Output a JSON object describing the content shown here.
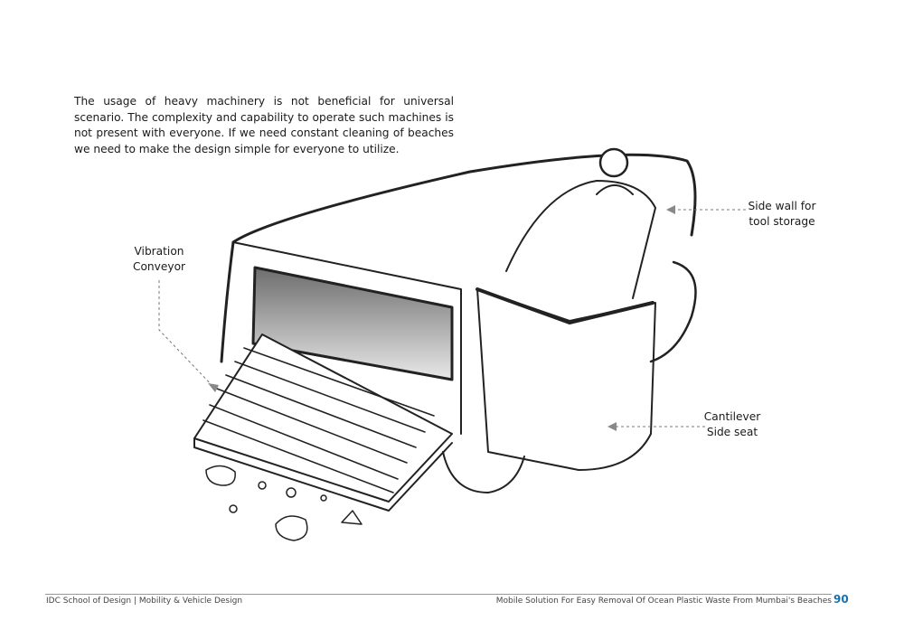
{
  "intro_text": "The usage of heavy machinery is not beneficial for universal scenario. The complexity and capability to operate such machines is not present with everyone. If we need constant cleaning of beaches we need to make the design simple for everyone to utilize.",
  "annotations": {
    "vibration_conveyor": [
      "Vibration",
      "Conveyor"
    ],
    "side_wall": [
      "Side wall for",
      "tool storage"
    ],
    "cantilever_seat": [
      "Cantilever",
      "Side seat"
    ]
  },
  "footer": {
    "left": "IDC School of Design | Mobility & Vehicle Design",
    "right": "Mobile Solution For Easy Removal Of Ocean Plastic Waste From Mumbai's Beaches",
    "page_number": "90"
  },
  "colors": {
    "accent": "#1a6fb0",
    "rule": "#6aa7c8"
  }
}
